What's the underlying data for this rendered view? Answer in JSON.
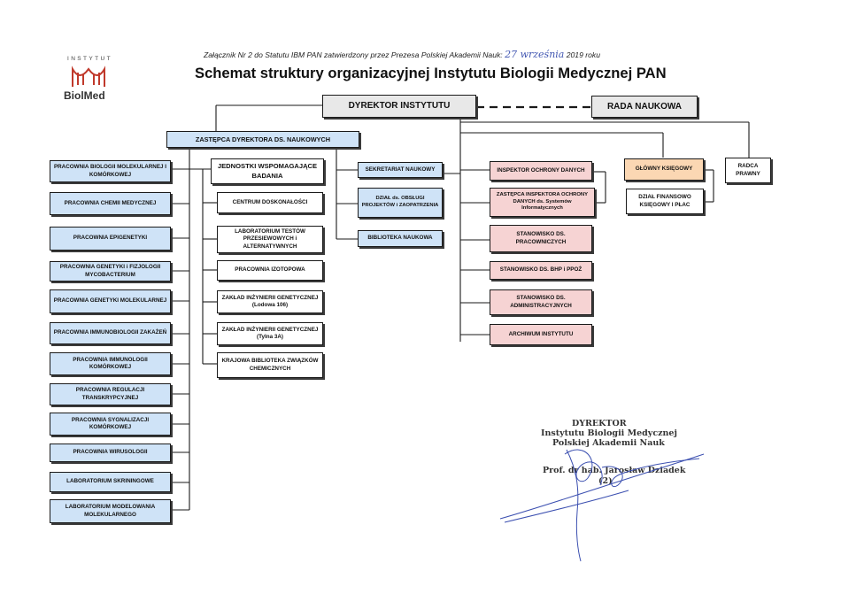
{
  "logo": {
    "top_text": "INSTYTUT",
    "bottom_text": "BiolMed"
  },
  "header": {
    "annex_prefix": "Załącznik Nr 2 do Statutu IBM PAN zatwierdzony przez Prezesa Polskiej Akademii Nauk: ",
    "annex_date": "27 września",
    "annex_suffix": " 2019 roku",
    "title": "Schemat struktury organizacyjnej Instytutu Biologii Medycznej PAN"
  },
  "nodes": {
    "director": "DYREKTOR INSTYTUTU",
    "council": "RADA NAUKOWA",
    "deputy": "ZASTĘPCA DYREKTORA DS. NAUKOWYCH",
    "labs": [
      "PRACOWNIA BIOLOGII MOLEKULARNEJ I KOMÓRKOWEJ",
      "PRACOWNIA CHEMII MEDYCZNEJ",
      "PRACOWNIA EPIGENETYKI",
      "PRACOWNIA GENETYKI i FIZJOLOGII MYCOBACTERIUM",
      "PRACOWNIA GENETYKI MOLEKULARNEJ",
      "PRACOWNIA IMMUNOBIOLOGII ZAKAŻEŃ",
      "PRACOWNIA IMMUNOLOGII KOMÓRKOWEJ",
      "PRACOWNIA REGULACJI TRANSKRYPCYJNEJ",
      "PRACOWNIA SYGNALIZACJI KOMÓRKOWEJ",
      "PRACOWNIA WIRUSOLOGII",
      "LABORATORIUM SKRININGOWE",
      "LABORATORIUM MODELOWANIA MOLEKULARNEGO"
    ],
    "support_header": "JEDNOSTKI WSPOMAGAJĄCE BADANIA",
    "support_units": [
      "CENTRUM DOSKONAŁOŚCI",
      "LABORATORIUM TESTÓW PRZESIEWOWYCH i ALTERNATYWNYCH",
      "PRACOWNIA IZOTOPOWA",
      "ZAKŁAD INŻYNIERII GENETYCZNEJ (Lodowa 106)",
      "ZAKŁAD INŻYNIERII GENETYCZNEJ (Tylna 3A)",
      "KRAJOWA BIBLIOTEKA ZWIĄZKÓW CHEMICZNYCH"
    ],
    "deputy_admin": [
      "SEKRETARIAT NAUKOWY",
      "DZIAŁ ds. OBSŁUGI PROJEKTÓW i ZAOPATRZENIA",
      "BIBLIOTEKA NAUKOWA"
    ],
    "director_units": [
      "INSPEKTOR OCHRONY DANYCH",
      "ZASTĘPCA INSPEKTORA OCHRONY DANYCH ds. Systemów Informatycznych",
      "STANOWISKO DS. PRACOWNICZYCH",
      "STANOWISKO DS. BHP i PPOŻ",
      "STANOWISKO DS. ADMINISTRACYJNYCH",
      "ARCHIWUM INSTYTUTU"
    ],
    "chief_accountant": "GŁÓWNY KSIĘGOWY",
    "finance_dept": "DZIAŁ FINANSOWO KSIĘGOWY I PŁAC",
    "legal_counsel": "RADCA PRAWNY"
  },
  "signature": {
    "line1": "DYREKTOR",
    "line2": "Instytutu Biologii Medycznej",
    "line3": "Polskiej Akademii Nauk",
    "line4": "Prof. dr hab. Jarosław Dziadek",
    "line5": "(2)"
  },
  "colors": {
    "lab_blue": "#cfe3f7",
    "admin_pink": "#f6d3d3",
    "accountant_orange": "#fbd7b3",
    "director_grey": "#e8e8e8"
  }
}
